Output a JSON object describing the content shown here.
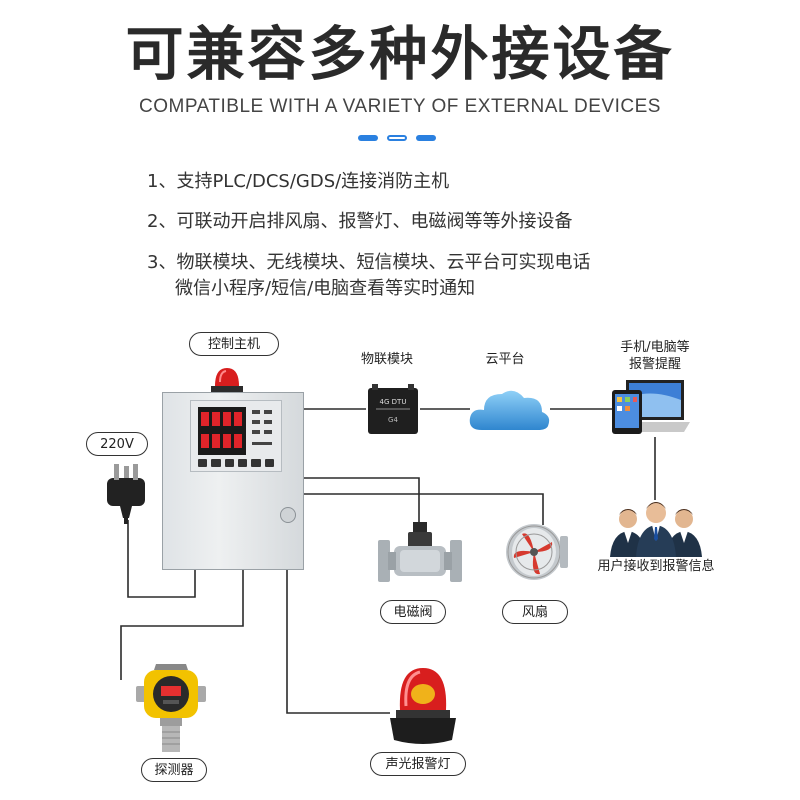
{
  "header": {
    "title": "可兼容多种外接设备",
    "subtitle": "COMPATIBLE WITH A VARIETY OF EXTERNAL DEVICES"
  },
  "features": [
    "1、支持PLC/DCS/GDS/连接消防主机",
    "2、可联动开启排风扇、报警灯、电磁阀等等外接设备",
    "3、物联模块、无线模块、短信模块、云平台可实现电话",
    "微信小程序/短信/电脑查看等实时通知"
  ],
  "labels": {
    "controller": "控制主机",
    "power": "220V",
    "iot_module": "物联模块",
    "iot_module_text": "4G DTU",
    "cloud": "云平台",
    "devices_line1": "手机/电脑等",
    "devices_line2": "报警提醒",
    "users": "用户接收到报警信息",
    "valve": "电磁阀",
    "fan": "风扇",
    "detector": "探测器",
    "alarm_light": "声光报警灯"
  },
  "colors": {
    "accent_blue": "#2a80e0",
    "alarm_red": "#d81e1e",
    "detector_yellow": "#f2c200",
    "wire": "#2b2b2b"
  }
}
